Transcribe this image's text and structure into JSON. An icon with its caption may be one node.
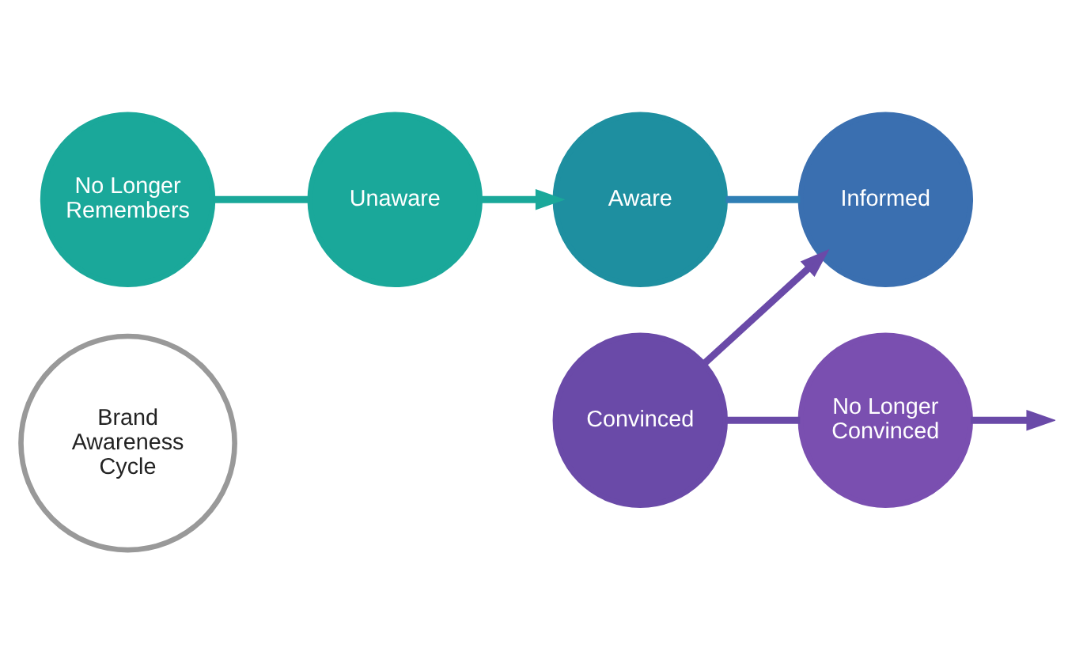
{
  "diagram": {
    "nodes": [
      {
        "text": [
          "Brand Awareness Cycle"
        ]
      },
      {
        "text": [
          "No Longer Remembers"
        ]
      },
      {
        "text": [
          "Unaware"
        ]
      },
      {
        "text": [
          "No Longer Convinced"
        ]
      },
      {
        "text": [
          "Aware"
        ]
      },
      {
        "text": [
          "Convinced"
        ]
      },
      {
        "text": [
          "Informed"
        ]
      }
    ],
    "edges": [
      {
        "from": 1,
        "to": 2,
        "arrow": "none",
        "color": "#1aa89a"
      },
      {
        "from": 2,
        "to": 4,
        "arrow": "to",
        "color": "#1aa89a"
      },
      {
        "from": 4,
        "to": 6,
        "arrow": "none",
        "color": "#2f7fb5"
      },
      {
        "from": 5,
        "to": 6,
        "arrow": "to"
      },
      {
        "from": 5,
        "to": 3,
        "arrow": "none"
      },
      {
        "from": 3,
        "to": null,
        "arrow": "to"
      }
    ]
  }
}
